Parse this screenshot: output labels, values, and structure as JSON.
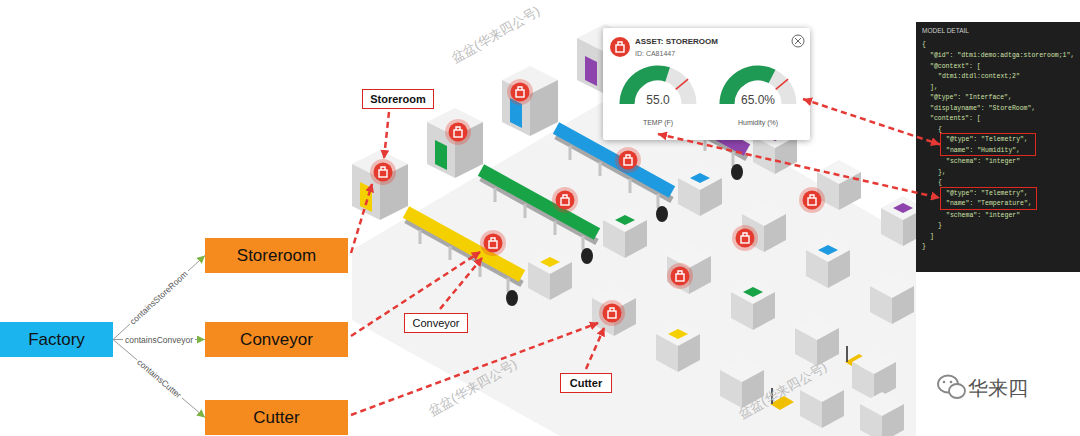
{
  "diagram": {
    "nodes": [
      {
        "text": [
          "Factory"
        ]
      },
      {
        "text": [
          "Storeroom"
        ]
      },
      {
        "text": [
          "Conveyor"
        ]
      },
      {
        "text": [
          "Cutter"
        ]
      },
      {
        "text": [
          "Storeroom"
        ]
      },
      {
        "text": [
          "Conveyor"
        ]
      },
      {
        "text": [
          "Cutter"
        ]
      },
      {
        "text": [
          "ASSET: STOREROOM",
          "ID: CA81447"
        ]
      },
      {
        "text": [
          "55.0",
          "TEMP (F)"
        ],
        "in": 7
      },
      {
        "text": [
          "65.0%",
          "Humidity (%)"
        ],
        "in": 7
      },
      {
        "text": [
          "MODEL DETAIL"
        ]
      },
      {
        "text": [
          "\"@type\": \"Telemetry\",",
          "\"name\": \"Humidity\","
        ],
        "in": 10
      },
      {
        "text": [
          "\"@type\": \"Telemetry\",",
          "\"name\": \"Temperature\","
        ],
        "in": 10
      }
    ],
    "edges": [
      {
        "from": 0,
        "to": 1,
        "label": "containsStoreRoom",
        "arrow": "to"
      },
      {
        "from": 0,
        "to": 2,
        "label": "containsConveyor",
        "arrow": "to"
      },
      {
        "from": 0,
        "to": 3,
        "label": "containsCutter",
        "arrow": "to"
      },
      {
        "from": 9,
        "to": 11,
        "arrow": "both"
      },
      {
        "from": 8,
        "to": 12,
        "arrow": "both"
      }
    ],
    "labels": [
      "{",
      "\"@id\": \"dtmi:demo:adtga:storeroom;1\",",
      "\"@context\": [",
      "\"dtmi:dtdl:context;2\"",
      "],",
      "\"@type\": \"Interface\",",
      "\"displayname\": \"StoreRoom\",",
      "\"contents\": [",
      "{",
      "\"schema\": \"integer\"",
      "},",
      "{",
      "\"schema\": \"integer\"",
      "}",
      "]",
      "}",
      "盆盆(华来四公号)",
      "盆盆(华来四公号)",
      "盆盆(华来四公号)",
      "华来四"
    ]
  }
}
